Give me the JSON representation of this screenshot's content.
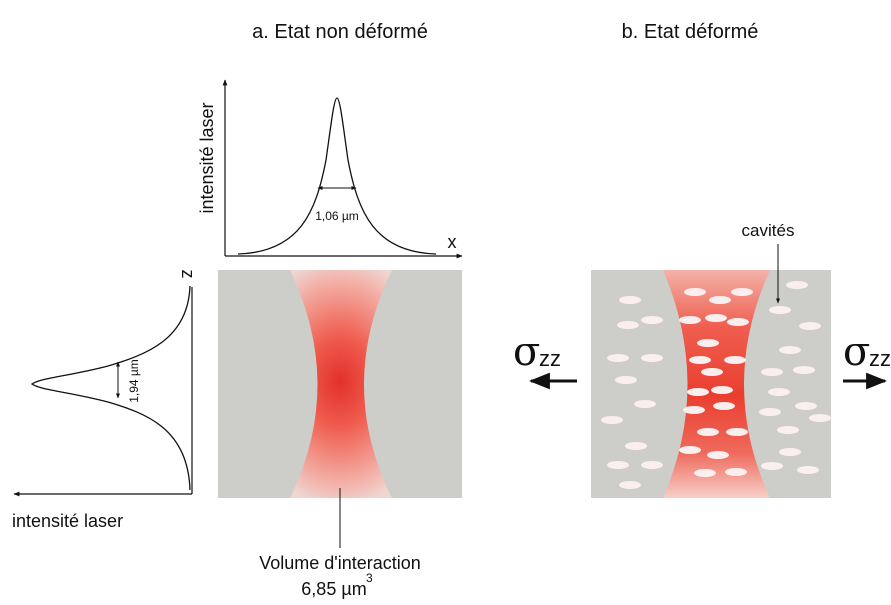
{
  "panel_a": {
    "title": "a. Etat non déformé",
    "top_profile": {
      "y_label": "intensité laser",
      "x_label": "x",
      "width_label": "1,06 µm"
    },
    "side_profile": {
      "z_label": "z",
      "x_label": "intensité laser",
      "width_label": "1,94 µm"
    },
    "caption_line1": "Volume d'interaction",
    "caption_line2": "6,85 µm",
    "caption_exponent": "3"
  },
  "panel_b": {
    "title": "b. Etat  déformé",
    "cavities_label": "cavités",
    "stress_symbol": "σ",
    "stress_subscript": "zz"
  },
  "colors": {
    "matrix_gray": "#cdcdc9",
    "beam_red": "#ef4a3a",
    "beam_core": "#e2302a",
    "cavity": "#fbeeee",
    "line": "#111111"
  }
}
